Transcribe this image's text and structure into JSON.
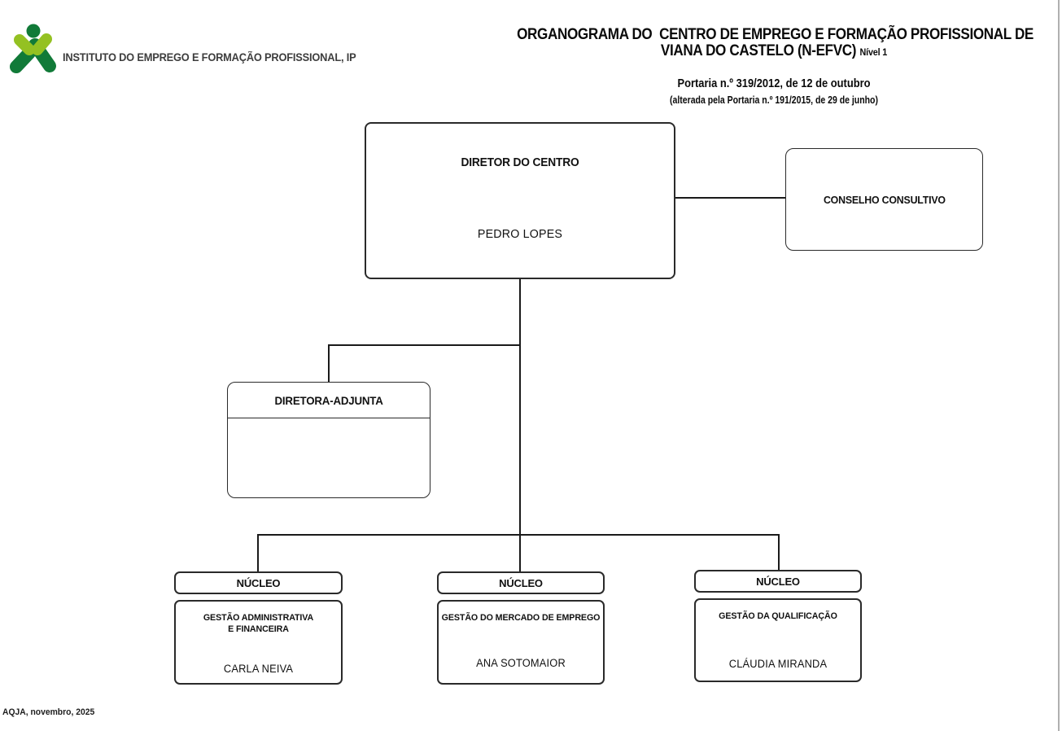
{
  "header": {
    "org_name": "INSTITUTO DO EMPREGO E FORMAÇÃO PROFISSIONAL, IP",
    "title_line1": "ORGANOGRAMA DO  CENTRO DE EMPREGO E FORMAÇÃO PROFISSIONAL DE",
    "title_line2": "VIANA DO CASTELO (N-EFVC) ",
    "title_level": "Nível 1",
    "subtitle": "Portaria n.º 319/2012, de 12 de outubro",
    "subtitle_note": "(alterada pela Portaria n.º 191/2015, de 29 de junho)"
  },
  "orgchart": {
    "director": {
      "title": "DIRETOR DO CENTRO",
      "name": "PEDRO LOPES"
    },
    "advisory": {
      "title": "CONSELHO CONSULTIVO"
    },
    "deputy": {
      "title": "DIRETORA-ADJUNTA",
      "name": ""
    },
    "nucleos": [
      {
        "header": "NÚCLEO",
        "dept_lines": [
          "GESTÃO ADMINISTRATIVA",
          "E FINANCEIRA"
        ],
        "name": "CARLA NEIVA"
      },
      {
        "header": "NÚCLEO",
        "dept_lines": [
          "GESTÃO DO MERCADO DE EMPREGO"
        ],
        "name": "ANA SOTOMAIOR"
      },
      {
        "header": "NÚCLEO",
        "dept_lines": [
          "GESTÃO DA QUALIFICAÇÃO"
        ],
        "name": "CLÁUDIA MIRANDA"
      }
    ]
  },
  "footer": {
    "credit": "AQJA, novembro, 2025"
  },
  "icons": {
    "logo": "iefp-logo"
  },
  "colors": {
    "logo_dark_green": "#117a38",
    "logo_light_green": "#94c122",
    "line_black": "#1a1a1a",
    "border_black": "#2a2a2a",
    "page_edge_gray": "#b0b0b0",
    "background": "#ffffff"
  }
}
